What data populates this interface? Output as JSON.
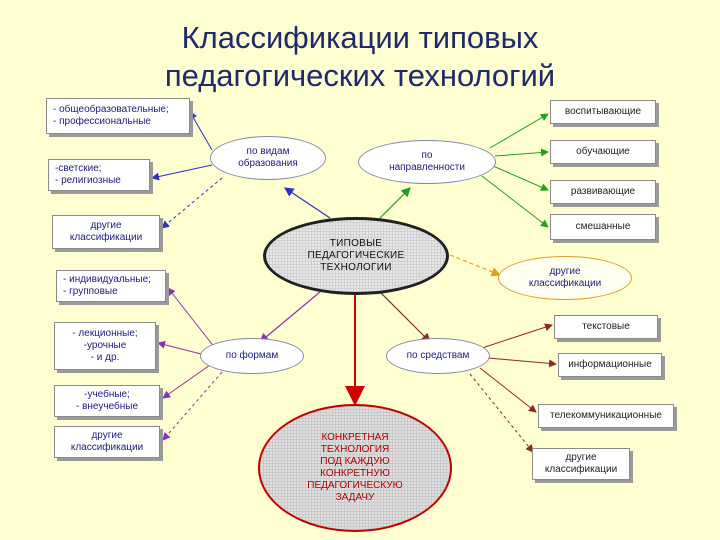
{
  "title": {
    "line1": "Классификации типовых",
    "line2": "педагогических технологий"
  },
  "center": "ТИПОВЫЕ\nПЕДАГОГИЧЕСКИЕ\nТЕХНОЛОГИИ",
  "bottom": "КОНКРЕТНАЯ\nТЕХНОЛОГИЯ\nПОД КАЖДУЮ\nКОНКРЕТНУЮ\nПЕДАГОГИЧЕСКУЮ\nЗАДАЧУ",
  "criteria": {
    "by_education": "по видам\nобразования",
    "by_direction": "по\nнаправленности",
    "other": "другие\nклассификации",
    "by_forms": "по формам",
    "by_means": "по средствам"
  },
  "left_boxes": {
    "general": "- общеобразовательные;\n- профессиональные",
    "secular": "-светские;\n- религиозные",
    "other1": "другие\nклассификации",
    "individual": "- индивидуальные;\n- групповые",
    "lecture": "- лекционные;\n-урочные\n- и др.",
    "study": "-учебные;\n- внеучебные",
    "other2": "другие\nклассификации"
  },
  "right_boxes": {
    "upbringing": "воспитывающие",
    "teaching": "обучающие",
    "developing": "развивающие",
    "mixed": "смешанные",
    "text": "текстовые",
    "information": "информационные",
    "telecom": "телекоммуникационные",
    "other": "другие\nклассификации"
  },
  "colors": {
    "background": "#fefed0",
    "title": "#1f2a6b",
    "arrow_blue": "#3030c0",
    "arrow_green": "#20a020",
    "arrow_purple": "#9030b0",
    "arrow_brown": "#8b2a2a",
    "arrow_orange": "#e0a020",
    "arrow_red": "#d00000"
  }
}
